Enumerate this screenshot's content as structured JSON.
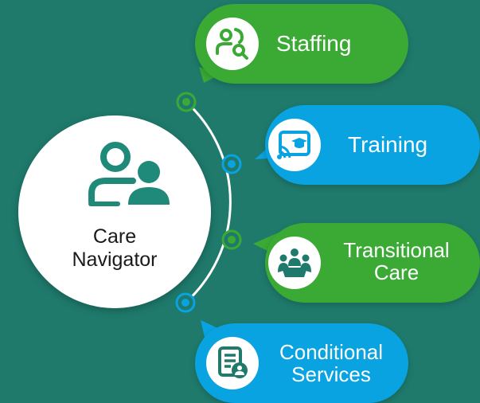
{
  "hub": {
    "label": "Care\nNavigator",
    "icon": "people-icon"
  },
  "services": [
    {
      "label": "Staffing",
      "icon": "user-search-icon",
      "color": "#3aaa35"
    },
    {
      "label": "Training",
      "icon": "online-training-icon",
      "color": "#08a3e0"
    },
    {
      "label": "Transitional\nCare",
      "icon": "group-meeting-icon",
      "color": "#3aaa35"
    },
    {
      "label": "Conditional\nServices",
      "icon": "document-user-icon",
      "color": "#08a3e0"
    }
  ],
  "colors": {
    "background": "#1f7a6c",
    "green": "#3aaa35",
    "blue": "#08a3e0",
    "hub_icon": "#1f8a7a"
  }
}
